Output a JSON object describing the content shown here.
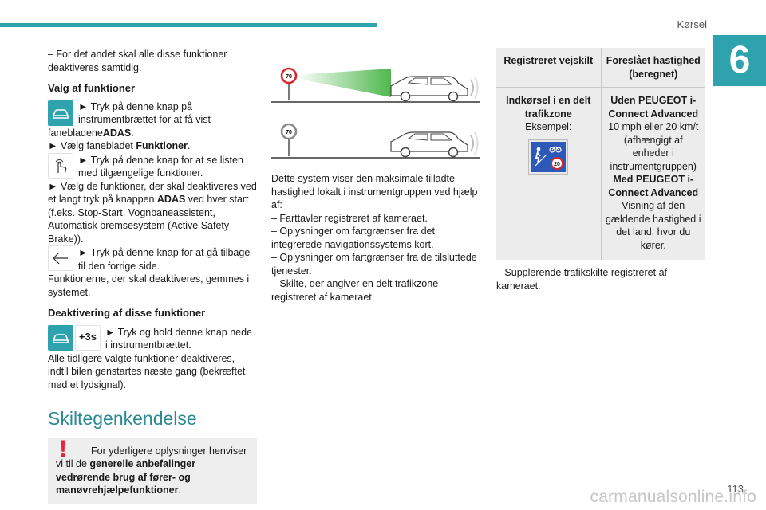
{
  "header": {
    "section": "Kørsel",
    "chapter": "6",
    "page_number": "113"
  },
  "watermark": "carmanualsonline.info",
  "col1": {
    "intro": "– For det andet skal alle disse funktioner deaktiveres samtidig.",
    "heading_select": "Valg af funktioner",
    "step1_a": "► Tryk på denne knap på instrumentbrættet for at få vist fanebladene",
    "step1_b": "ADAS",
    "step1_c": ".",
    "step2_a": "► Vælg fanebladet ",
    "step2_b": "Funktioner",
    "step2_c": ".",
    "step3": "► Tryk på denne knap for at se listen med tilgængelige funktioner.",
    "step4_a": "► Vælg de funktioner, der skal deaktiveres ved et langt tryk på knappen ",
    "step4_b": "ADAS",
    "step4_c": " ved hver start (f.eks. Stop-Start, Vognbaneassistent, Automatisk bremsesystem (Active Safety Brake)).",
    "step5": "► Tryk på denne knap for at gå tilbage til den forrige side.",
    "saved": "Funktionerne, der skal deaktiveres, gemmes i systemet.",
    "heading_deact": "Deaktivering af disse funktioner",
    "step6": "► Tryk og hold denne knap nede i instrumentbrættet.",
    "deact_text": "Alle tidligere valgte funktioner deaktiveres, indtil bilen genstartes næste gang (bekræftet med et lydsignal).",
    "plus3s": "+3s",
    "section_title": "Skiltegenkendelse",
    "note_a": "For yderligere oplysninger henviser vi til de ",
    "note_b": "generelle anbefalinger vedrørende brug af fører- og manøvrehjælpefunktioner",
    "note_c": "."
  },
  "col2": {
    "sign1": "70",
    "sign2": "70",
    "desc": "Dette system viser den maksimale tilladte hastighed lokalt i instrumentgruppen ved hjælp af:",
    "item1": "– Farttavler registreret af kameraet.",
    "item2": "– Oplysninger om fartgrænser fra det integrerede navigationssystems kort.",
    "item3": "– Oplysninger om fartgrænser fra de tilsluttede tjenester.",
    "item4": "– Skilte, der angiver en delt trafikzone registreret af kameraet."
  },
  "col3": {
    "th1": "Registreret vejskilt",
    "th2": "Foreslået hastighed (beregnet)",
    "td1_title": "Indkørsel i en delt trafikzone",
    "td1_example": "Eksempel:",
    "sign_speed": "20",
    "td2_h1": "Uden PEUGEOT i-Connect Advanced",
    "td2_t1": "10 mph eller 20 km/t (afhængigt af enheder i instrumentgruppen)",
    "td2_h2": "Med PEUGEOT i-Connect Advanced",
    "td2_t2": "Visning af den gældende hastighed i det land, hvor du kører.",
    "after": "– Supplerende trafikskilte registreret af kameraet."
  },
  "colors": {
    "accent": "#2fa3ad",
    "warning": "#e5243b"
  }
}
